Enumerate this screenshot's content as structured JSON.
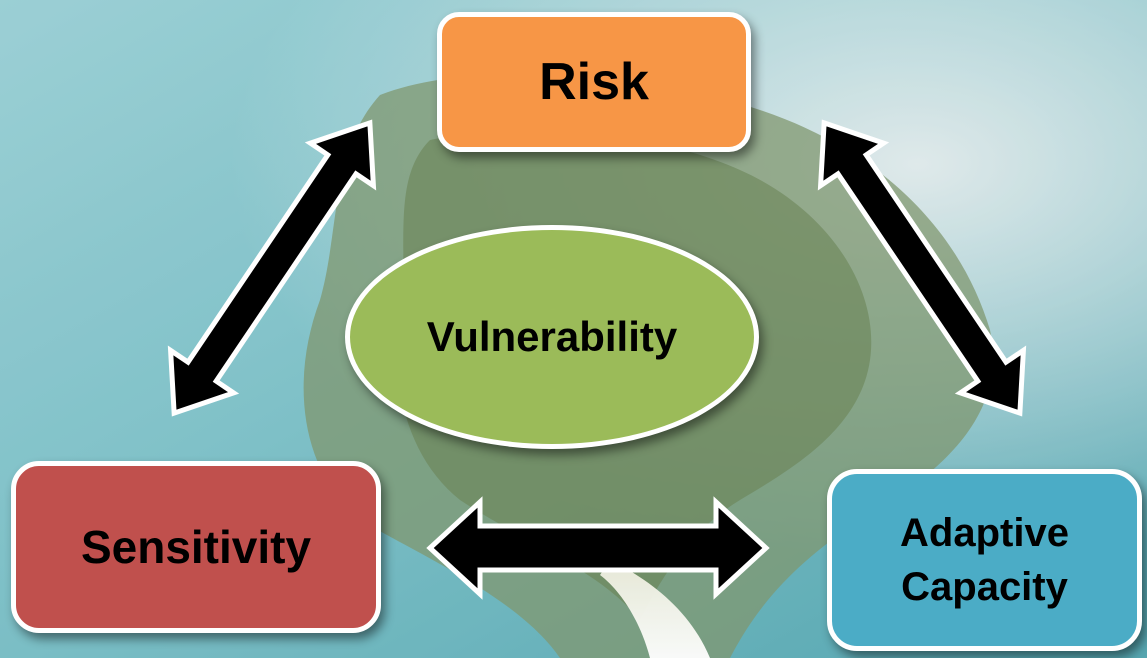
{
  "diagram": {
    "nodes": {
      "risk": {
        "label": "Risk",
        "color": "#f79646"
      },
      "sensitivity": {
        "label": "Sensitivity",
        "color": "#c0504d"
      },
      "adaptive_capacity": {
        "label": "Adaptive Capacity",
        "color": "#4bacc6"
      },
      "vulnerability": {
        "label": "Vulnerability",
        "color": "#9bbb59"
      }
    },
    "connections": [
      {
        "from": "risk",
        "to": "sensitivity",
        "type": "double-arrow"
      },
      {
        "from": "risk",
        "to": "adaptive_capacity",
        "type": "double-arrow"
      },
      {
        "from": "sensitivity",
        "to": "adaptive_capacity",
        "type": "double-arrow"
      }
    ]
  }
}
